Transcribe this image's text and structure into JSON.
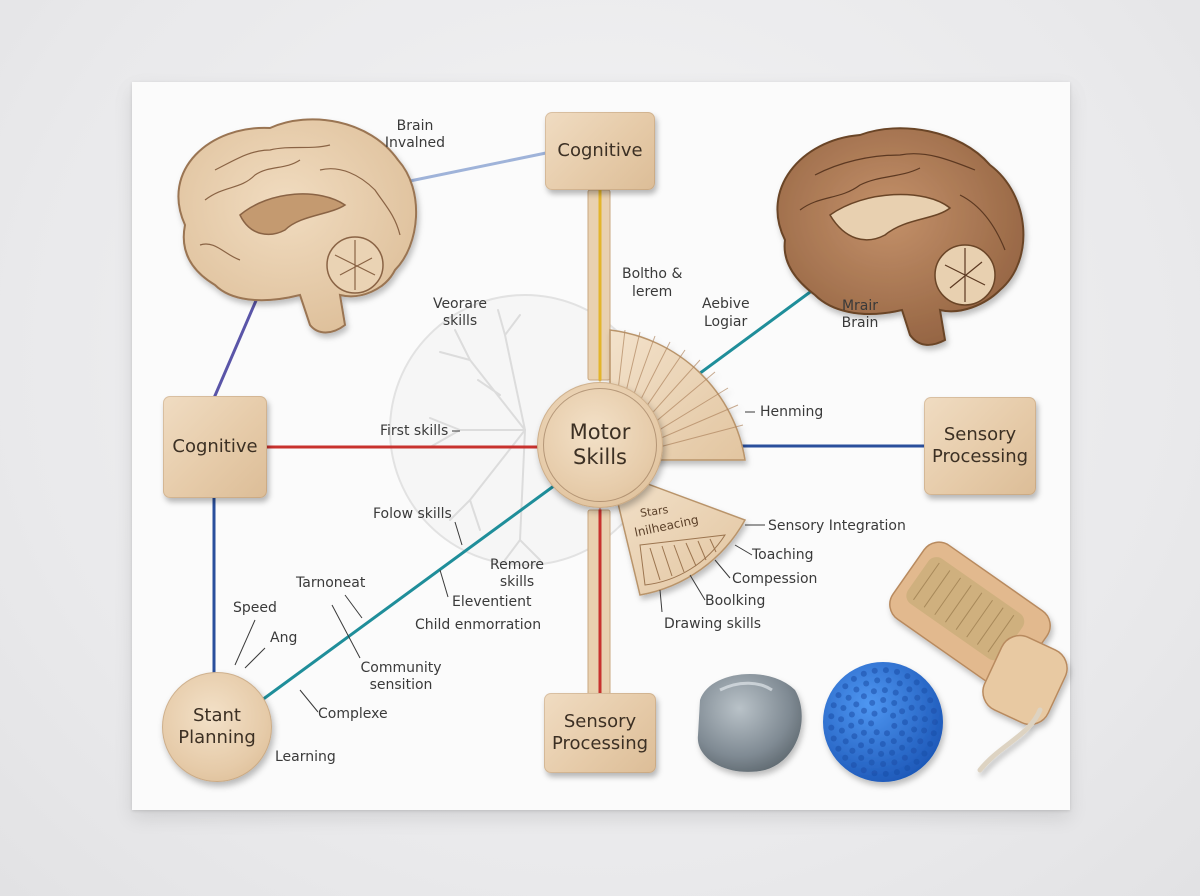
{
  "nodes": {
    "cognitive_top": "Cognitive",
    "cognitive_left": "Cognitive",
    "motor_center": "Motor Skills",
    "sensory_right": "Sensory Processing",
    "sensory_bottom": "Sensory Processing",
    "stant_planning": "Stant Planning"
  },
  "brains": {
    "left_label": "Brain Invalned",
    "right_label": "Mrair Brain"
  },
  "fan": {
    "upper_labels": [
      "Boltho &",
      "lerem",
      "Aebive",
      "Logiar"
    ],
    "lower_engraved": [
      "Stars",
      "lnilheacing"
    ]
  },
  "labels": {
    "veorare_skills": "Veorare skills",
    "first_skills": "First skills",
    "henming": "Henming",
    "sensory_integration": "Sensory Integration",
    "toaching": "Toaching",
    "compession": "Compession",
    "boolking": "Boolking",
    "drawing_skills": "Drawing skills",
    "folow_skills": "Folow skills",
    "remore_skills": "Remore skills",
    "eleventient": "Eleventient",
    "child_enmorration": "Child enmorration",
    "tamoneat": "Tarnoneat",
    "speed": "Speed",
    "ang": "Ang",
    "community_sensition": "Community sensition",
    "complexe": "Complexe",
    "learning": "Learning"
  },
  "colors": {
    "red_yarn": "#c8322e",
    "blue_yarn": "#2a4f9c",
    "teal_yarn": "#1f8e9a",
    "yellow_yarn": "#e3b52a",
    "purple_yarn": "#5a55a8",
    "light_blue_yarn": "#9fb3d9",
    "wood": "#e6cba9",
    "ball": "#2f73d9"
  }
}
